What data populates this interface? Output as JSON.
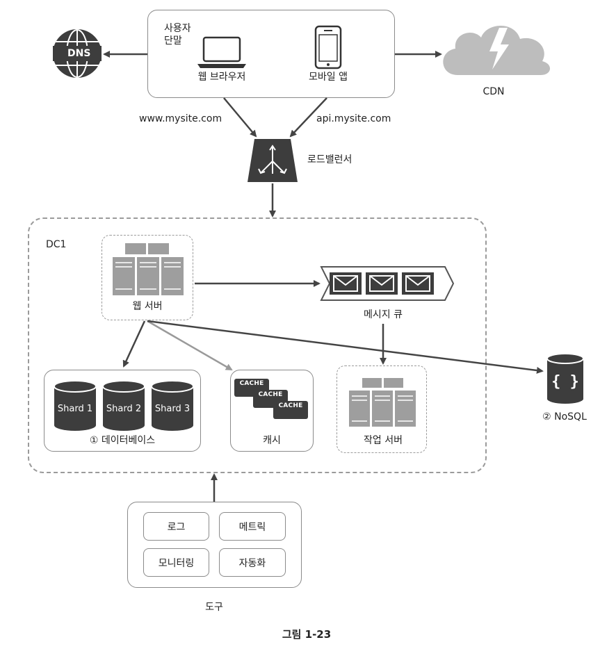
{
  "client": {
    "title": "사용자\n단말",
    "browser_label": "웹 브라우저",
    "mobile_label": "모바일 앱"
  },
  "dns_label": "DNS",
  "cdn_label": "CDN",
  "web_domain": "www.mysite.com",
  "api_domain": "api.mysite.com",
  "load_balancer_label": "로드밸런서",
  "datacenter_label": "DC1",
  "web_server_label": "웹 서버",
  "message_queue_label": "메시지 큐",
  "database": {
    "label": "① 데이터베이스",
    "shards": [
      "Shard 1",
      "Shard 2",
      "Shard 3"
    ]
  },
  "cache": {
    "label": "캐시",
    "tiles": [
      "CACHE",
      "CACHE",
      "CACHE"
    ]
  },
  "worker_label": "작업 서버",
  "nosql_label": "② NoSQL",
  "tools": {
    "label": "도구",
    "items": [
      "로그",
      "메트릭",
      "모니터링",
      "자동화"
    ]
  },
  "caption": "그림 1-23",
  "colors": {
    "icon_dark": "#3d3d3d",
    "server_gray": "#9e9e9e",
    "cloud_gray": "#bdbdbd",
    "arrow_dark": "#444444",
    "arrow_light": "#9a9a9a"
  }
}
